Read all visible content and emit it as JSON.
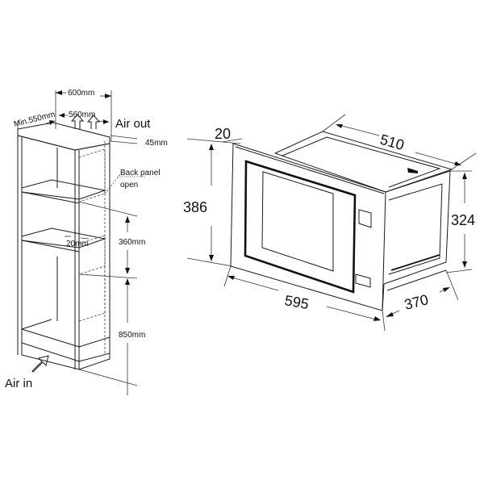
{
  "cabinet": {
    "labels": {
      "width_outer": "600mm",
      "width_inner": "560mm",
      "depth_min": "Min.550mm",
      "air_out": "Air out",
      "top_gap": "45mm",
      "back_panel_line1": "Back panel",
      "back_panel_line2": "open",
      "opening_height": "360mm",
      "side_gap": "20mm",
      "base_height": "850mm",
      "air_in": "Air in"
    }
  },
  "appliance": {
    "labels": {
      "frame_depth": "20",
      "depth": "510",
      "front_height": "386",
      "body_height": "324",
      "front_width": "595",
      "body_width": "370"
    }
  },
  "colors": {
    "line": "#1a1a1a",
    "background": "#ffffff"
  }
}
